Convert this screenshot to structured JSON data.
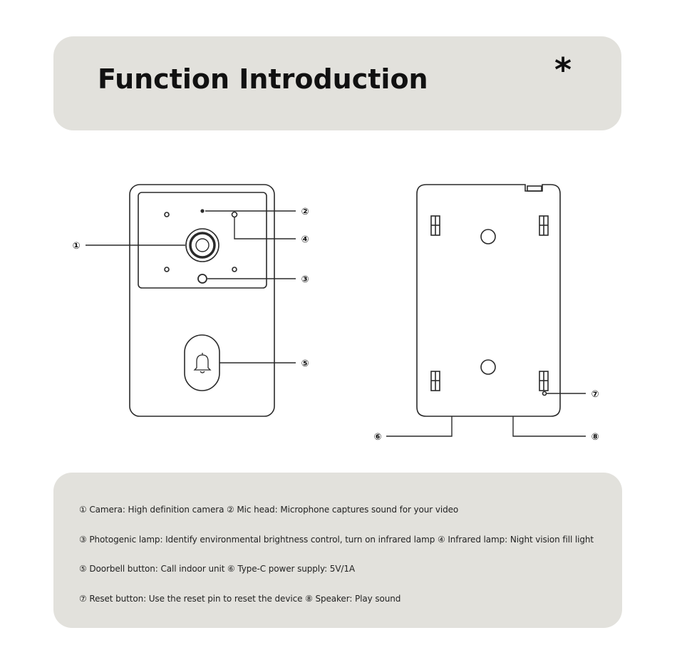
{
  "header": {
    "title": "Function Introduction",
    "star": "*"
  },
  "callouts": {
    "c1": "①",
    "c2": "②",
    "c3": "③",
    "c4": "④",
    "c5": "⑤",
    "c6": "⑥",
    "c7": "⑦",
    "c8": "⑧"
  },
  "legend": {
    "lines": [
      "① Camera: High definition camera ② Mic head: Microphone captures sound for your video",
      "③ Photogenic lamp: Identify environmental brightness control, turn on infrared lamp ④ Infrared lamp: Night vision fill light",
      "⑤ Doorbell button: Call indoor unit ⑥ Type-C power supply: 5V/1A",
      "⑦ Reset button: Use the reset pin to reset the device ⑧ Speaker: Play sound"
    ]
  },
  "colors": {
    "panel": "#e2e1dc",
    "line": "#2a2a2a",
    "text": "#111111"
  },
  "icons": [
    "bell-icon"
  ]
}
